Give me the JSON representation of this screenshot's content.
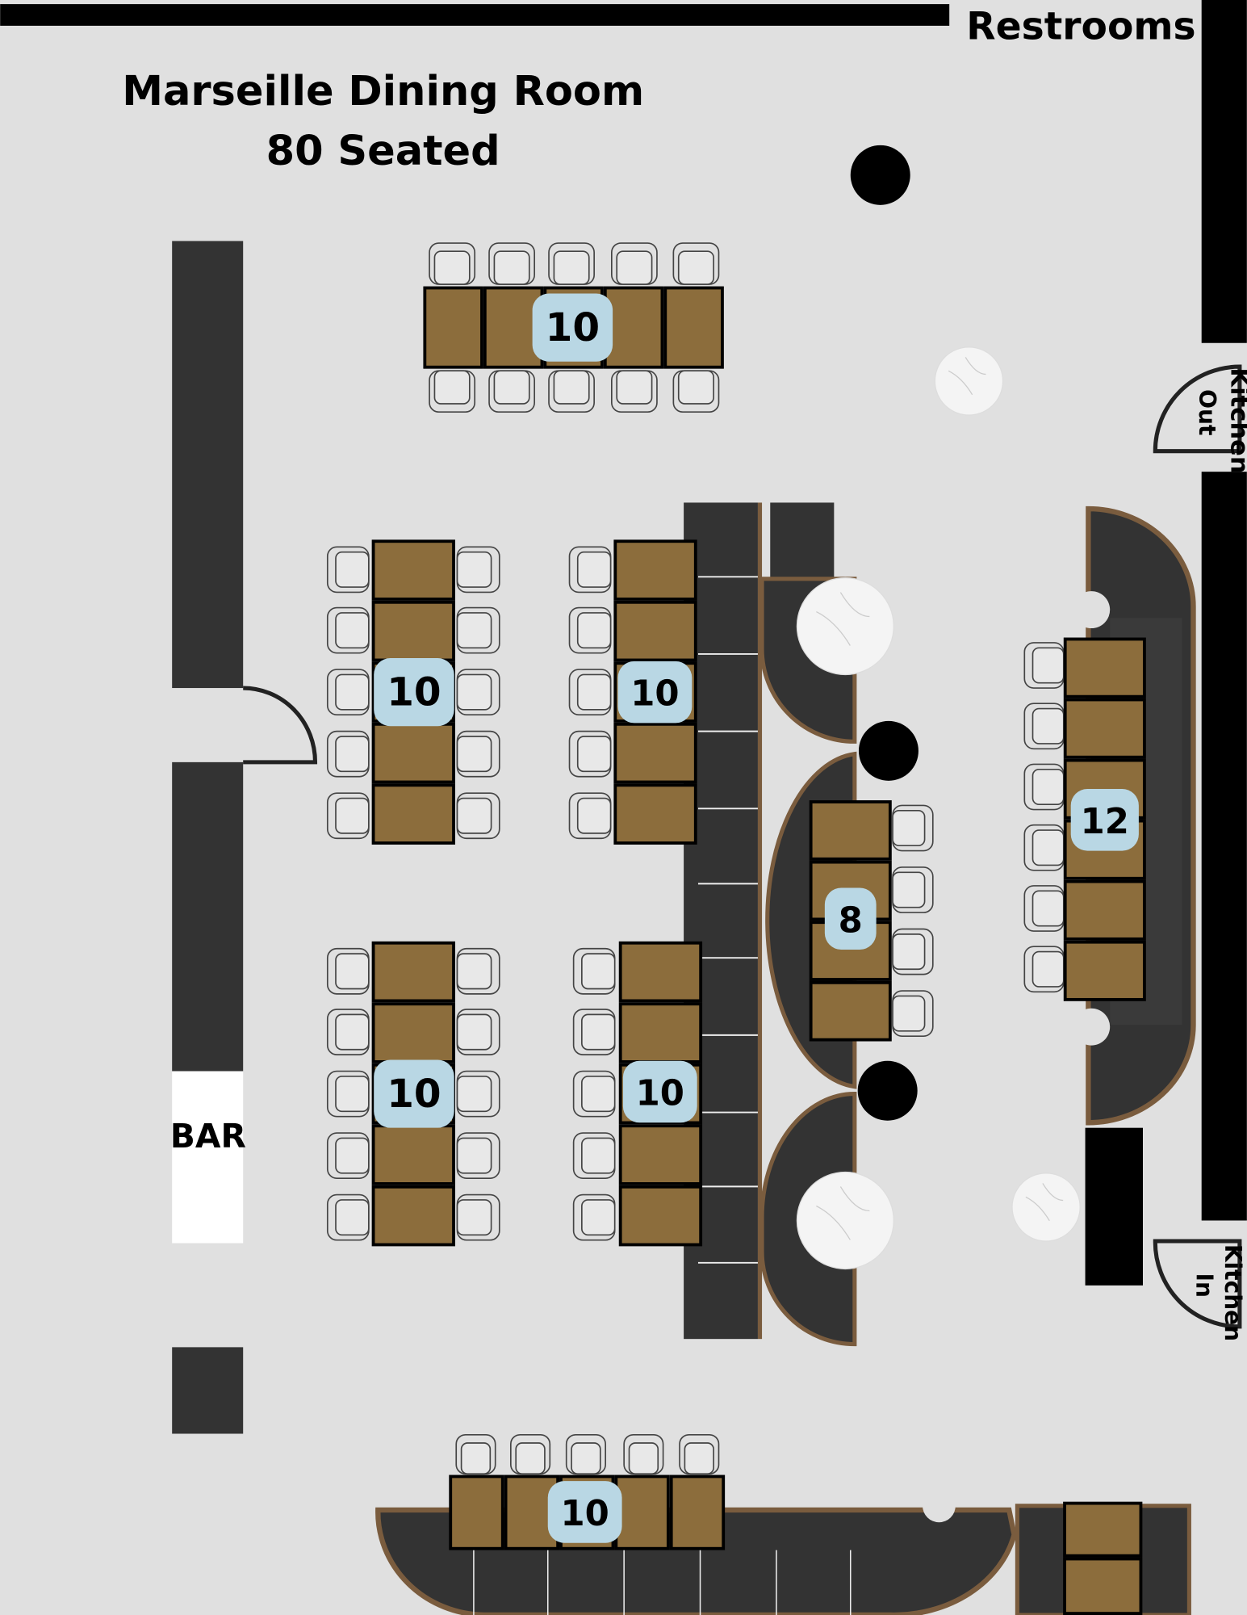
{
  "title": "Marseille Dining Room",
  "capacity": "80 Seated",
  "restrooms_label": "Restrooms",
  "bar_label": "BAR",
  "kitchen_out": {
    "line1": "Kitchen",
    "line2": "Out"
  },
  "kitchen_in": {
    "line1": "Kitchen",
    "line2": "In"
  },
  "tables": [
    {
      "id": "top",
      "seats": "10"
    },
    {
      "id": "left-upper",
      "seats": "10"
    },
    {
      "id": "mid-upper",
      "seats": "10"
    },
    {
      "id": "left-lower",
      "seats": "10"
    },
    {
      "id": "mid-lower",
      "seats": "10"
    },
    {
      "id": "booth-center",
      "seats": "8"
    },
    {
      "id": "booth-right",
      "seats": "12"
    },
    {
      "id": "bottom",
      "seats": "10"
    }
  ],
  "colors": {
    "floor": "#e0e0e0",
    "table": "#8c6d3c",
    "badge": "#b9d7e4",
    "bench": "#333333",
    "rim": "#7a5c3e"
  }
}
